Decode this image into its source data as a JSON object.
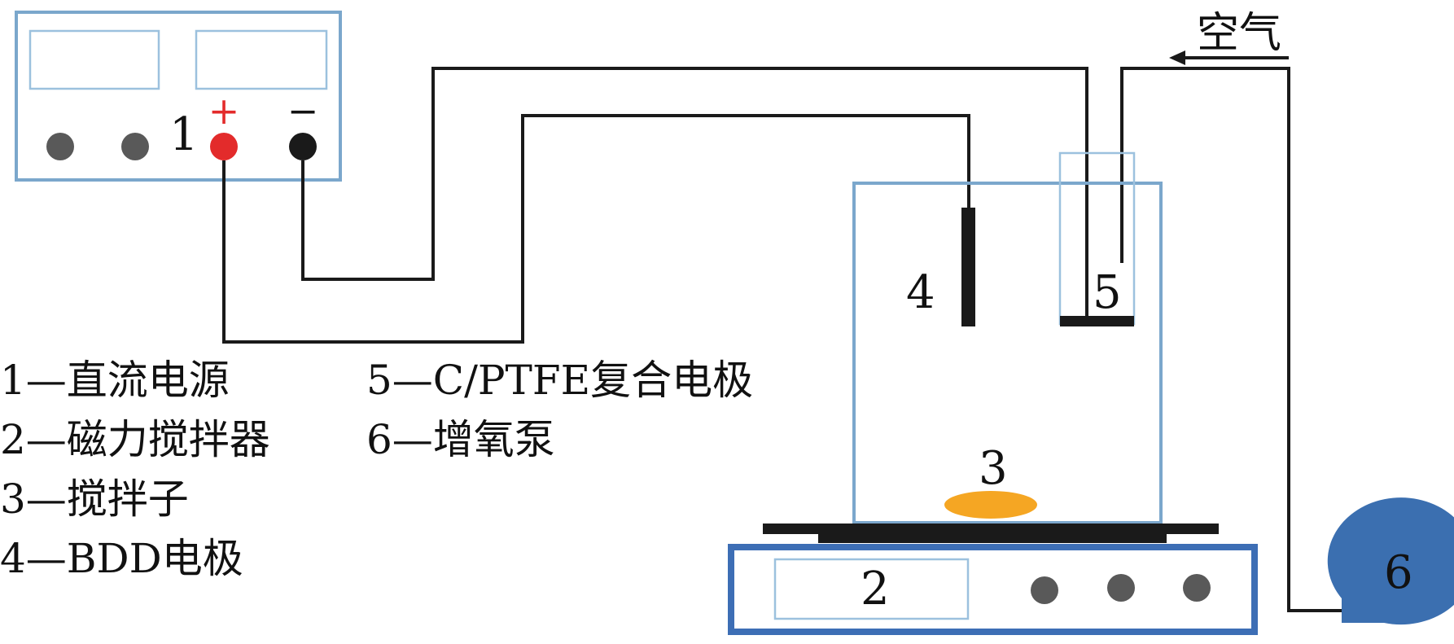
{
  "labels": {
    "power_plus": "+",
    "power_minus": "−",
    "n1": "1",
    "n2": "2",
    "n3": "3",
    "n4": "4",
    "n5": "5",
    "n6": "6",
    "air": "空气"
  },
  "legend": [
    "1—直流电源",
    "2—磁力搅拌器",
    "3—搅拌子",
    "4—BDD电极",
    "5—C/PTFE复合电极",
    "6—增氧泵"
  ],
  "colors": {
    "box_outline": "#7ba7cc",
    "stirrer_outline": "#3d6eb5",
    "wire": "#1a1a1a",
    "knob": "#595959",
    "plus_terminal": "#e32b2b",
    "minus_terminal": "#1a1a1a",
    "stir_bar": "#f5a623",
    "pump": "#3b6fb0"
  }
}
